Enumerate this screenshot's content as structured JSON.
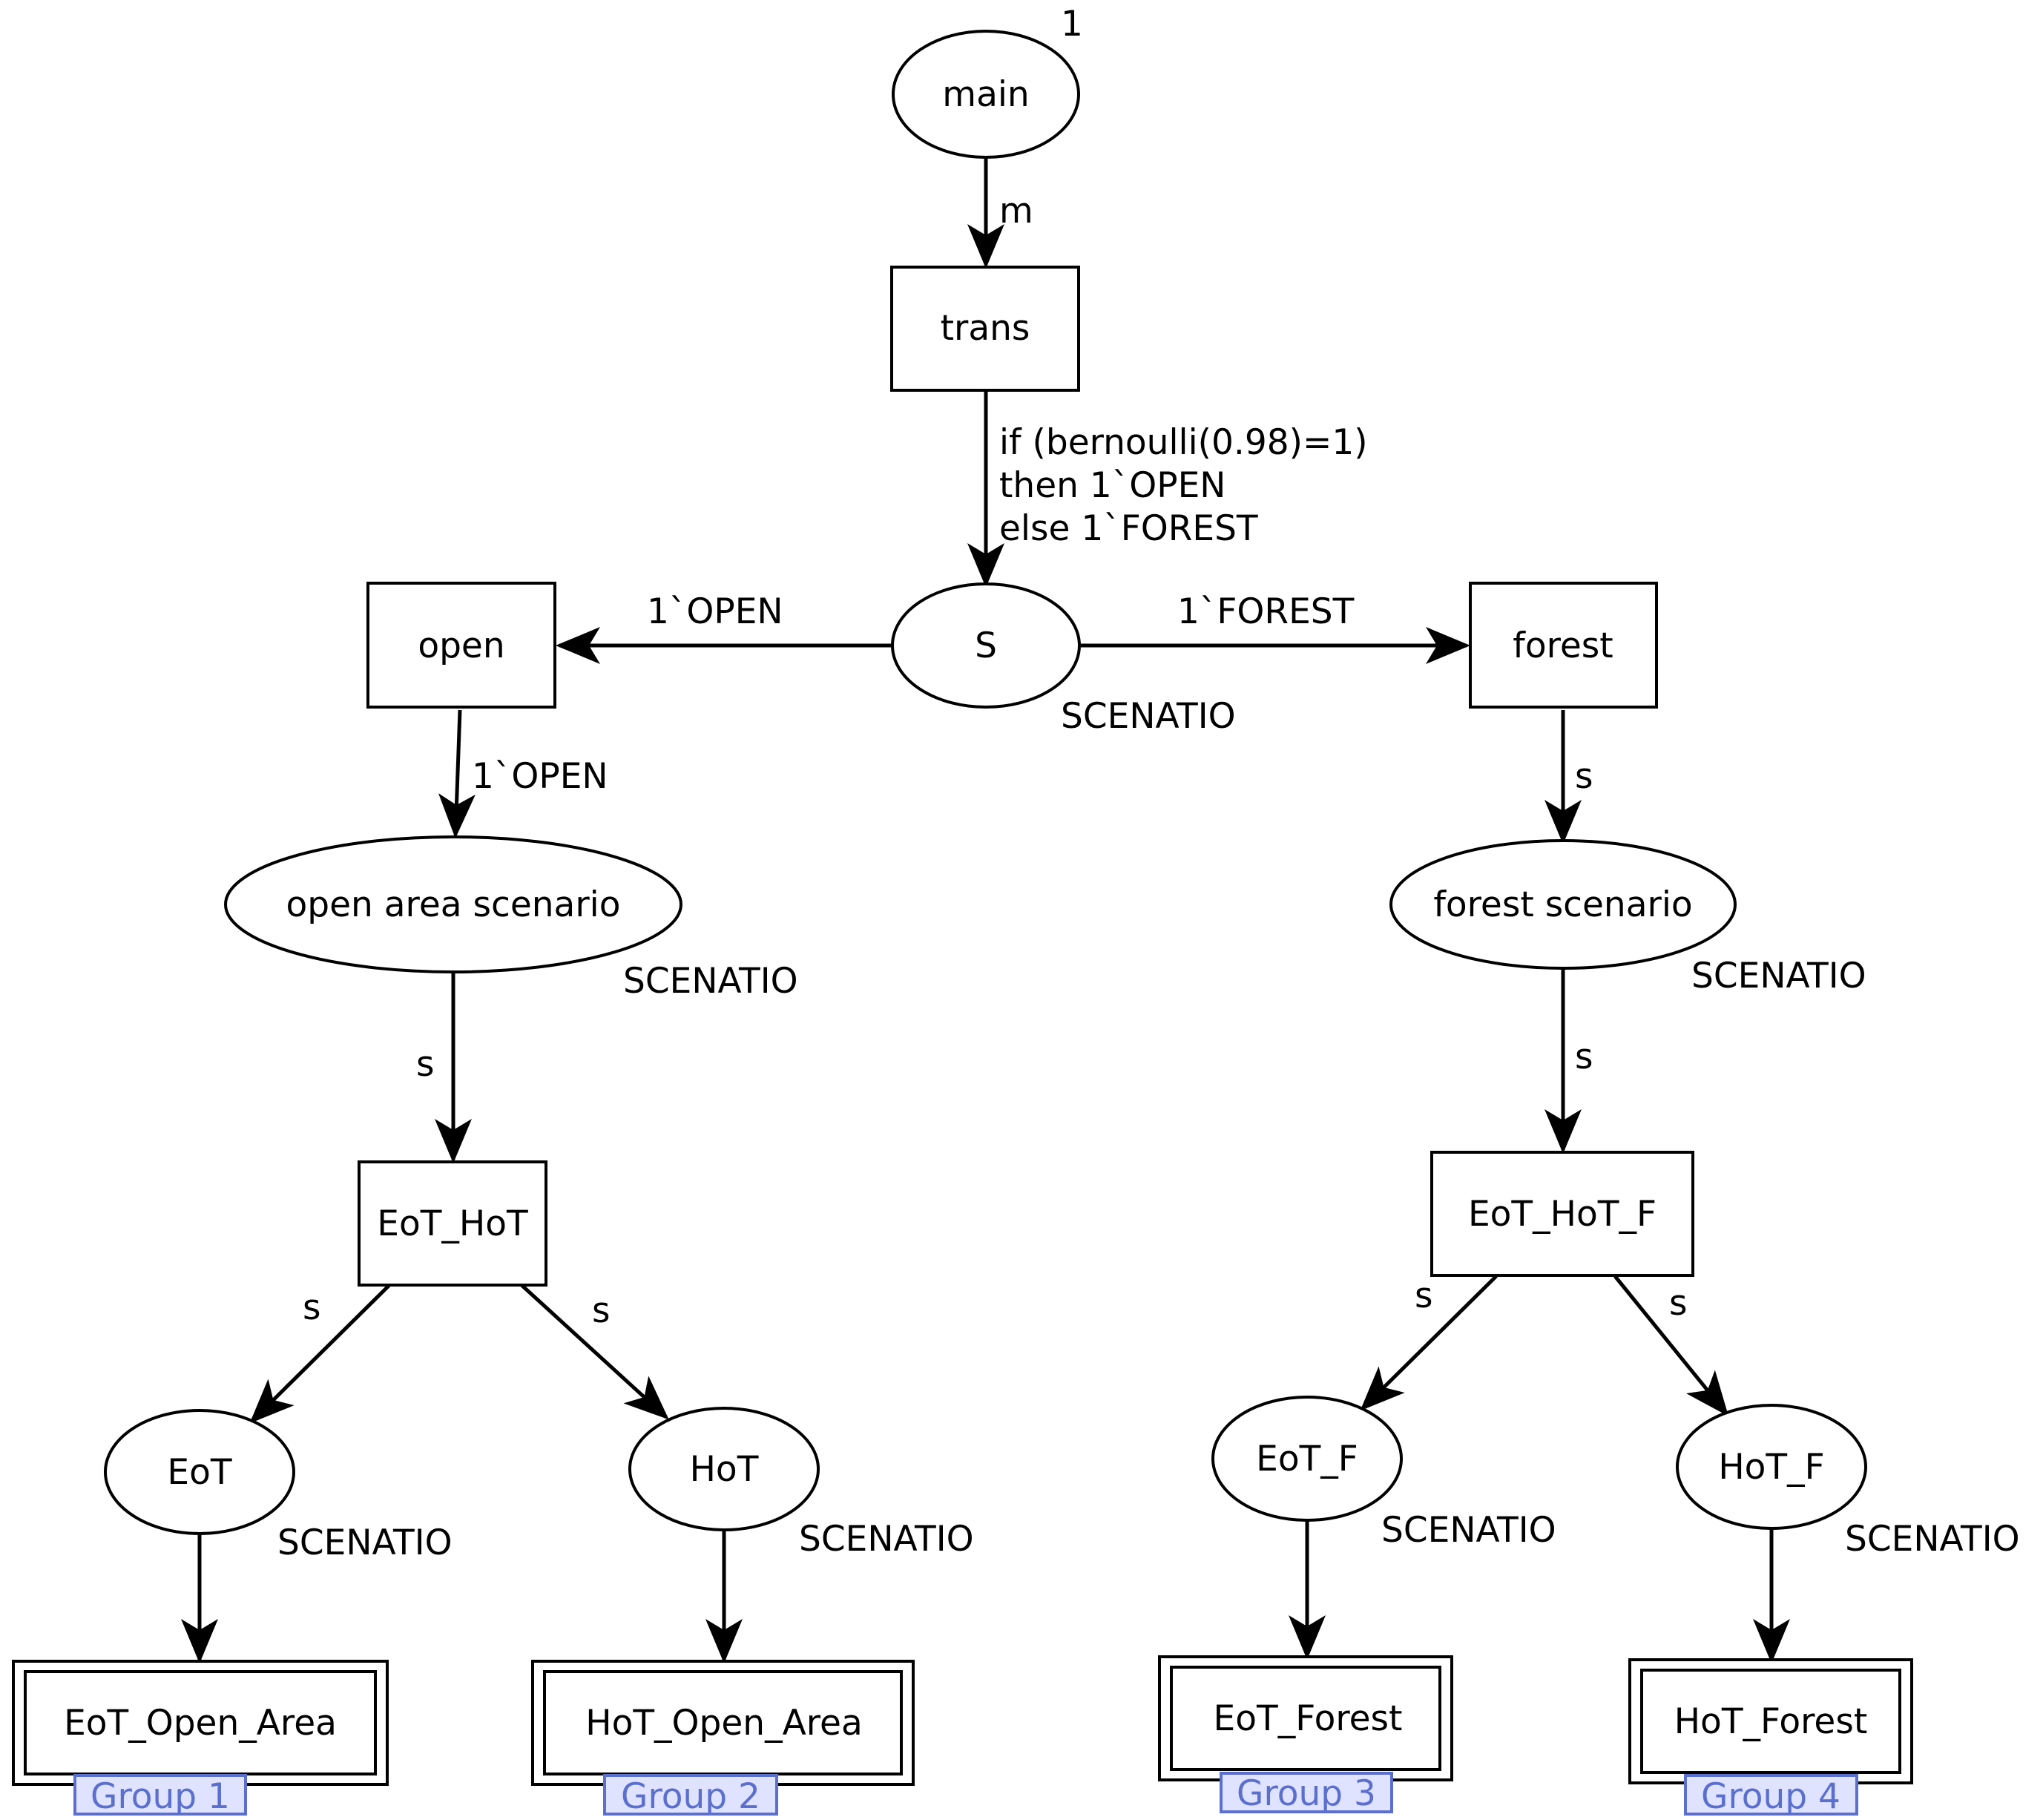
{
  "places": {
    "main": {
      "label": "main",
      "marking": "1"
    },
    "s": {
      "label": "S",
      "type": "SCENATIO"
    },
    "open_area_scenario": {
      "label": "open area scenario",
      "type": "SCENATIO"
    },
    "forest_scenario": {
      "label": "forest scenario",
      "type": "SCENATIO"
    },
    "eot": {
      "label": "EoT",
      "type": "SCENATIO"
    },
    "hot": {
      "label": "HoT",
      "type": "SCENATIO"
    },
    "eot_f": {
      "label": "EoT_F",
      "type": "SCENATIO"
    },
    "hot_f": {
      "label": "HoT_F",
      "type": "SCENATIO"
    }
  },
  "transitions": {
    "trans": "trans",
    "open": "open",
    "forest": "forest",
    "eot_hot": "EoT_HoT",
    "eot_hot_f": "EoT_HoT_F"
  },
  "substitutions": {
    "eot_open_area": {
      "label": "EoT_Open_Area",
      "tag": "Group 1"
    },
    "hot_open_area": {
      "label": "HoT_Open_Area",
      "tag": "Group 2"
    },
    "eot_forest": {
      "label": "EoT_Forest",
      "tag": "Group 3"
    },
    "hot_forest": {
      "label": "HoT_Forest",
      "tag": "Group 4"
    }
  },
  "arcs": {
    "main_trans": "m",
    "trans_s": [
      "if (bernoulli(0.98)=1)",
      "then 1`OPEN",
      "else 1`FOREST"
    ],
    "s_open": "1`OPEN",
    "s_forest": "1`FOREST",
    "open_oas": "1`OPEN",
    "forest_fs": "s",
    "oas_eothot": "s",
    "fs_eothotf": "s",
    "eothot_eot": "s",
    "eothot_hot": "s",
    "eothotf_eotf": "s",
    "eothotf_hotf": "s"
  }
}
